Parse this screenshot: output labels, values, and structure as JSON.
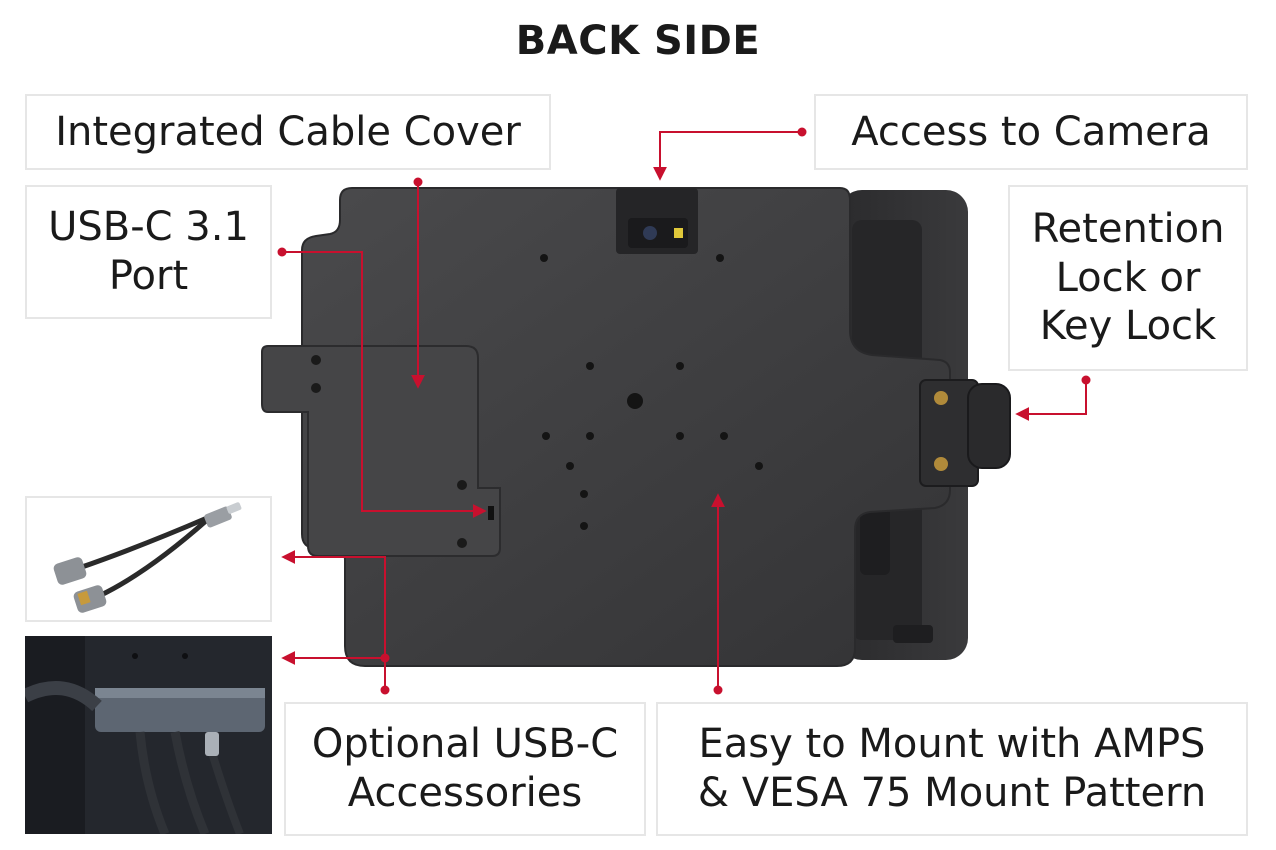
{
  "page": {
    "title": "BACK SIDE"
  },
  "callouts": {
    "integrated_cable_cover": "Integrated Cable Cover",
    "access_to_camera": "Access to Camera",
    "usb_c_port": "USB-C 3.1\nPort",
    "retention_lock": "Retention\nLock or\nKey Lock",
    "optional_accessories": "Optional USB-C\nAccessories",
    "easy_mount": "Easy to Mount with AMPS\n& VESA 75 Mount Pattern"
  },
  "colors": {
    "accent_red": "#c8102e",
    "device_body": "#3d3d3f",
    "box_border": "#e6e6e6"
  }
}
